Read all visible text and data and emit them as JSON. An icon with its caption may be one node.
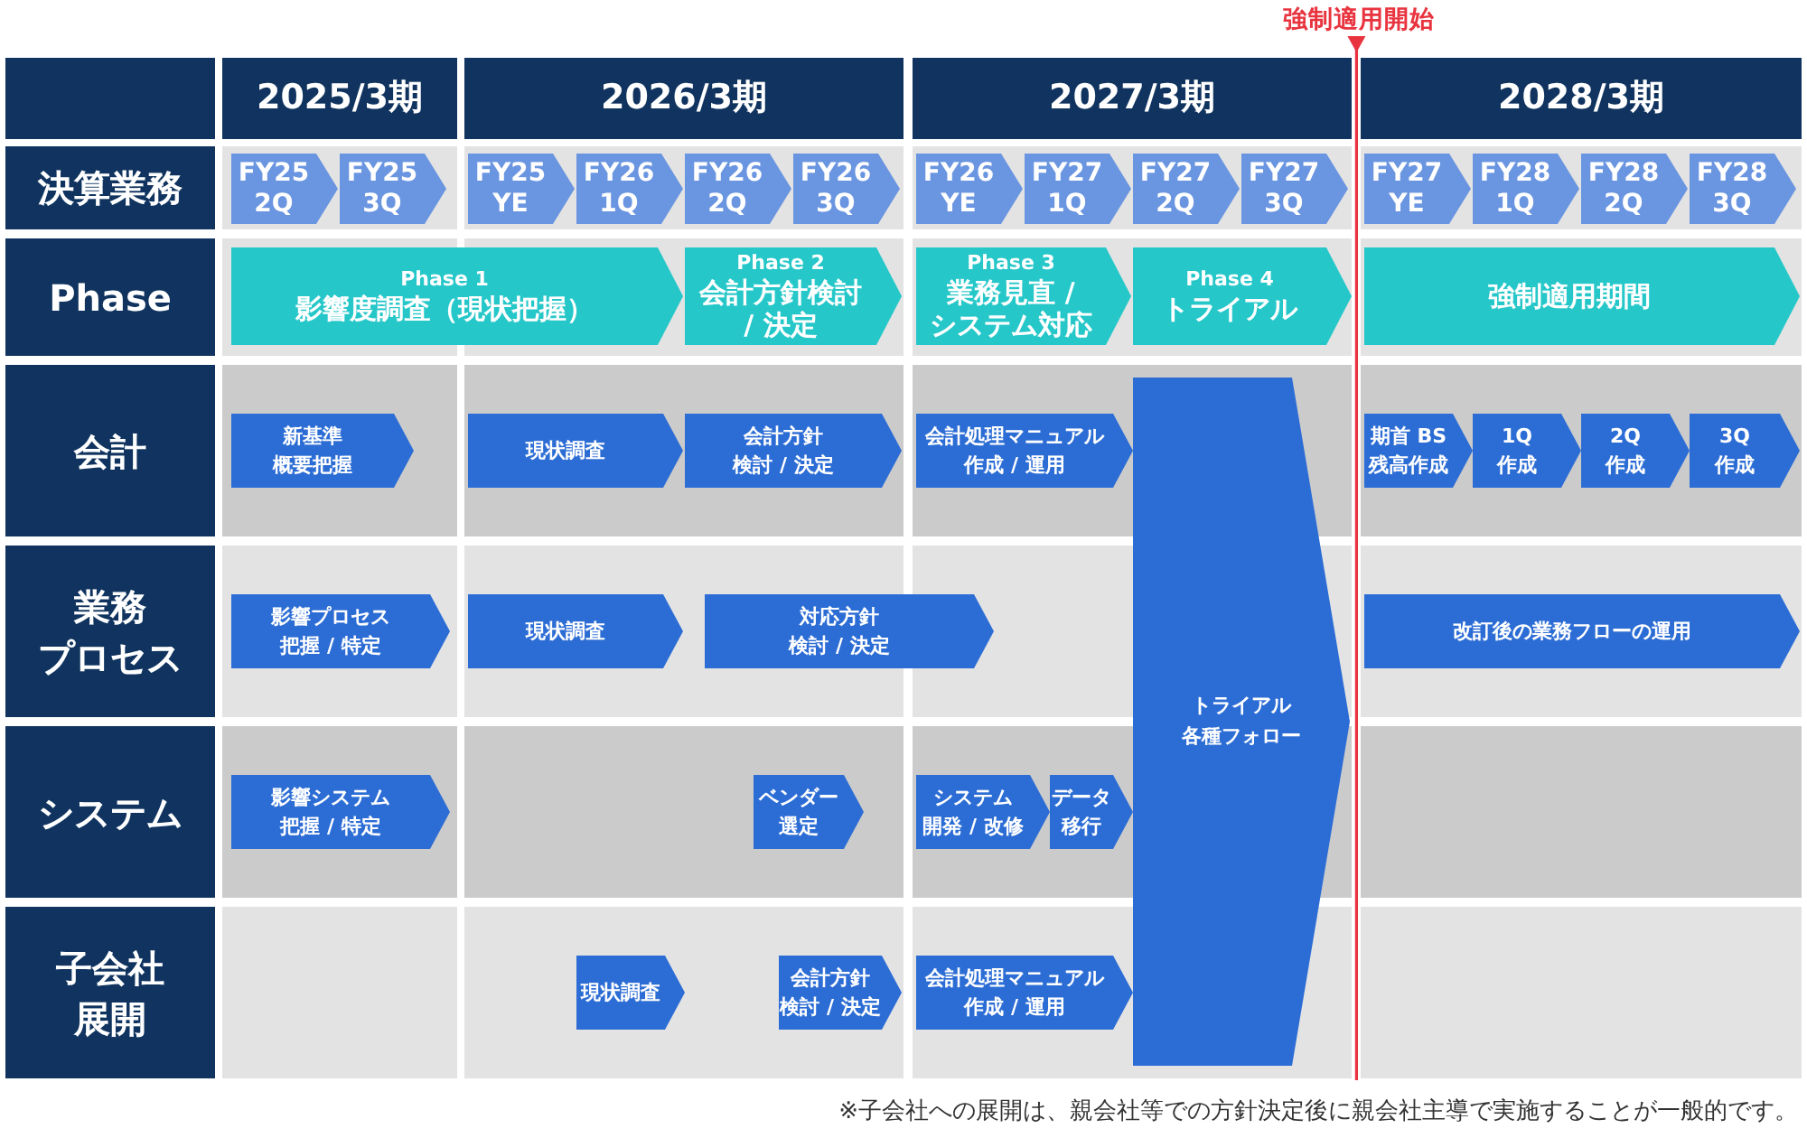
{
  "diagram": {
    "nodes": [
      {
        "text": [],
        "shape": "box"
      },
      {
        "text": [
          "2025/3期"
        ]
      },
      {
        "text": [
          "2026/3期"
        ]
      },
      {
        "text": [
          "2027/3期"
        ]
      },
      {
        "text": [
          "2028/3期"
        ]
      },
      {
        "text": [
          "決算業務"
        ]
      },
      {
        "text": [
          "FY25 2Q"
        ]
      },
      {
        "text": [
          "FY25 3Q"
        ]
      },
      {
        "text": [
          "FY25 YE"
        ]
      },
      {
        "text": [
          "FY26 1Q"
        ]
      },
      {
        "text": [
          "FY26 2Q"
        ]
      },
      {
        "text": [
          "FY26 3Q"
        ]
      },
      {
        "text": [
          "FY26 YE"
        ]
      },
      {
        "text": [
          "FY27 1Q"
        ]
      },
      {
        "text": [
          "FY27 2Q"
        ]
      },
      {
        "text": [
          "FY27 3Q"
        ]
      },
      {
        "text": [
          "FY27 YE"
        ]
      },
      {
        "text": [
          "FY28 1Q"
        ]
      },
      {
        "text": [
          "FY28 2Q"
        ]
      },
      {
        "text": [
          "FY28 3Q"
        ]
      },
      {
        "text": [
          "Phase"
        ]
      },
      {
        "text": [
          "Phase 1",
          "影響度調査（現状把握）"
        ]
      },
      {
        "text": [
          "Phase 2",
          "会計方針検討 / 決定"
        ]
      },
      {
        "text": [
          "Phase 3",
          "業務見直 / システム対応"
        ]
      },
      {
        "text": [
          "Phase 4",
          "トライアル"
        ]
      },
      {
        "text": [
          "強制適用期間"
        ]
      },
      {
        "text": [
          "会計"
        ]
      },
      {
        "text": [
          "新基準概要把握"
        ]
      },
      {
        "text": [
          "現状調査"
        ]
      },
      {
        "text": [
          "会計方針検討 / 決定"
        ]
      },
      {
        "text": [
          "会計処理マニュアル作成 / 運用"
        ]
      },
      {
        "text": [
          "トライアル各種フォロー"
        ]
      },
      {
        "text": [
          "期首 BS残高作成"
        ]
      },
      {
        "text": [
          "1Q作成"
        ]
      },
      {
        "text": [
          "2Q作成"
        ]
      },
      {
        "text": [
          "3Q作成"
        ]
      },
      {
        "text": [
          "業務プロセス"
        ]
      },
      {
        "text": [
          "影響プロセス把握 / 特定"
        ]
      },
      {
        "text": [
          "現状調査"
        ]
      },
      {
        "text": [
          "対応方針検討 / 決定"
        ]
      },
      {
        "text": [
          "改訂後の業務フローの運用"
        ]
      },
      {
        "text": [
          "システム"
        ]
      },
      {
        "text": [
          "影響システム把握 / 特定"
        ]
      },
      {
        "text": [
          "ベンダー選定"
        ]
      },
      {
        "text": [
          "システム開発 / 改修"
        ]
      },
      {
        "text": [
          "データ移行"
        ]
      },
      {
        "text": [
          "子会社展開"
        ]
      },
      {
        "text": [
          "現状調査"
        ]
      },
      {
        "text": [
          "会計方針検討 / 決定"
        ]
      },
      {
        "text": [
          "会計処理マニュアル作成 / 運用"
        ]
      }
    ],
    "labels": [
      "強制適用開始",
      "※子会社への展開は、親会社等での方針決定後に親会社主導で実施することが一般的です。"
    ]
  }
}
